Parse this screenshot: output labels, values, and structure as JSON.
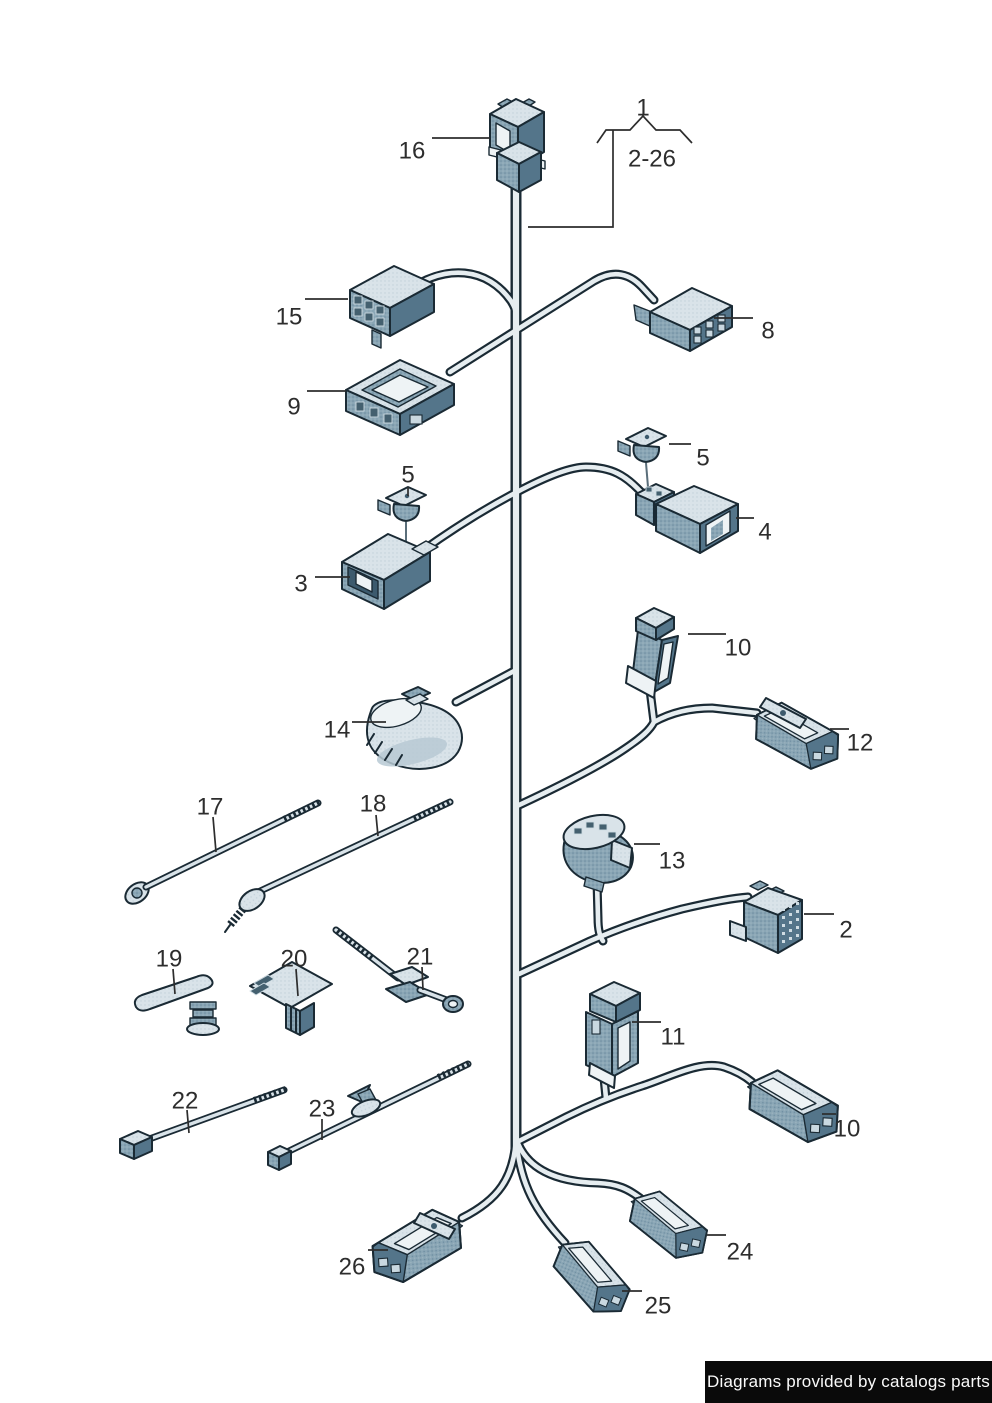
{
  "diagram": {
    "callout": {
      "label": "1",
      "range": "2-26"
    },
    "labels": [
      {
        "text": "16"
      },
      {
        "text": "1"
      },
      {
        "text": "2-26"
      },
      {
        "text": "15"
      },
      {
        "text": "8"
      },
      {
        "text": "9"
      },
      {
        "text": "5"
      },
      {
        "text": "4"
      },
      {
        "text": "5"
      },
      {
        "text": "3"
      },
      {
        "text": "10"
      },
      {
        "text": "14"
      },
      {
        "text": "12"
      },
      {
        "text": "17"
      },
      {
        "text": "18"
      },
      {
        "text": "13"
      },
      {
        "text": "2"
      },
      {
        "text": "19"
      },
      {
        "text": "20"
      },
      {
        "text": "21"
      },
      {
        "text": "11"
      },
      {
        "text": "10"
      },
      {
        "text": "22"
      },
      {
        "text": "23"
      },
      {
        "text": "26"
      },
      {
        "text": "25"
      },
      {
        "text": "24"
      }
    ]
  },
  "watermark": {
    "text": "Diagrams provided by catalogs parts"
  },
  "colors": {
    "outline": "#1a2a34",
    "body_mid": "#8aa6b5",
    "body_dark": "#54758a",
    "body_light": "#d9e3e9",
    "cable_fill": "#e6edf0",
    "label_text": "#2d2d2d",
    "banner_bg": "#0a0a0a",
    "banner_text": "#fafafa"
  }
}
